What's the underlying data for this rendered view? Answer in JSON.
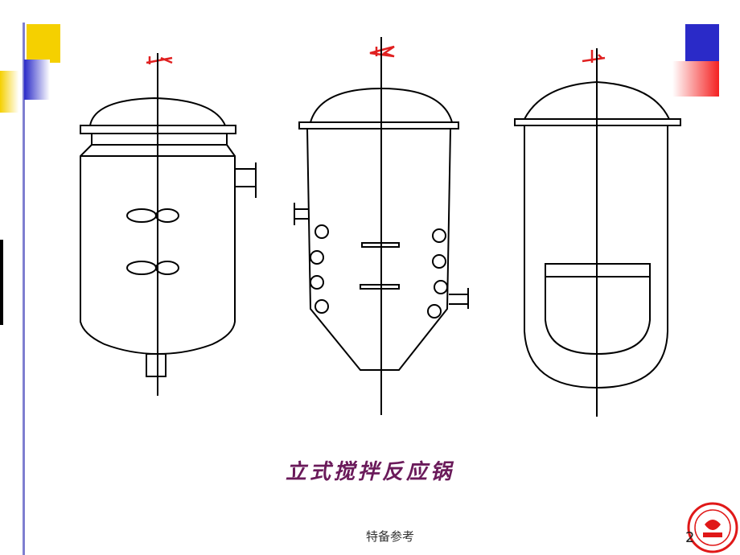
{
  "caption": "立式搅拌反应锅",
  "footer_note": "特备参考",
  "page_number": "2",
  "colors": {
    "line": "#000000",
    "flag": "#e02020",
    "caption": "#6a1a5a",
    "accent_yellow": "#f5d000",
    "accent_blue": "#2a2ac8",
    "accent_red": "#f42020"
  },
  "vessels": [
    {
      "kind": "paddle-agitator-kettle"
    },
    {
      "kind": "coil-heated-conical-kettle"
    },
    {
      "kind": "jacketed-hemispherical-kettle"
    }
  ]
}
